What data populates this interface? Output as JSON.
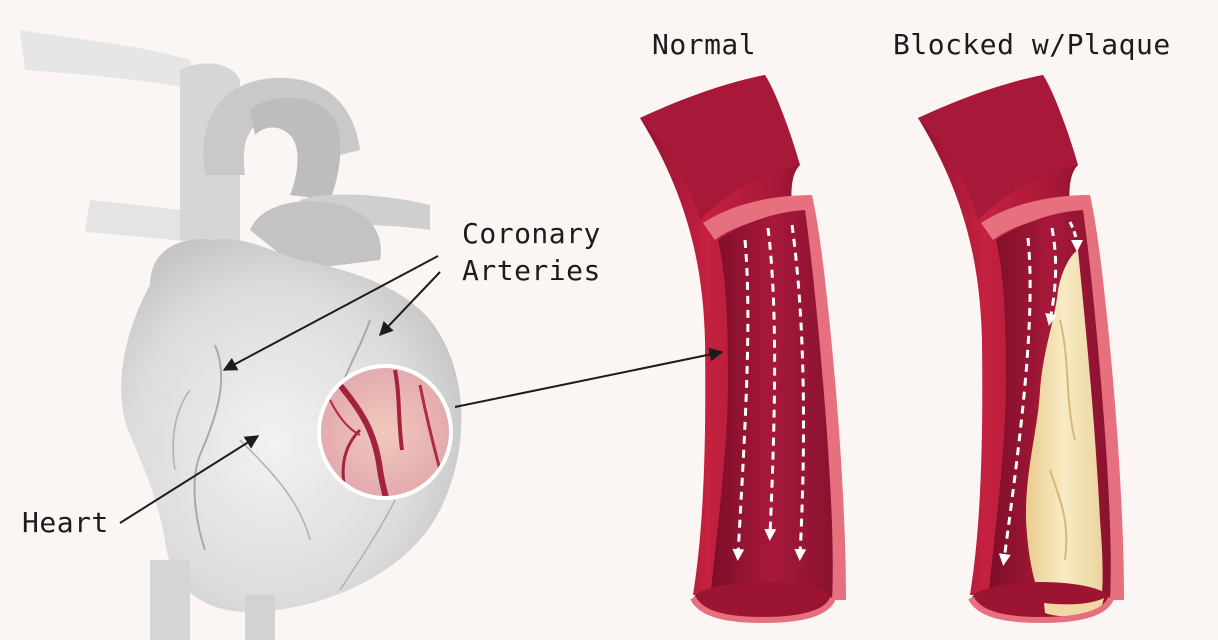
{
  "labels": {
    "normal": "Normal",
    "blocked": "Blocked w/Plaque",
    "coronary_line1": "Coronary",
    "coronary_line2": "Arteries",
    "heart": "Heart"
  },
  "colors": {
    "background": "#fbf5f4",
    "artery_wall": "#b51f3f",
    "artery_inner": "#8f1430",
    "artery_rim": "#e6707e",
    "plaque": "#f4dfae",
    "heart": "#d9d9d9",
    "text": "#1c1c1c"
  }
}
